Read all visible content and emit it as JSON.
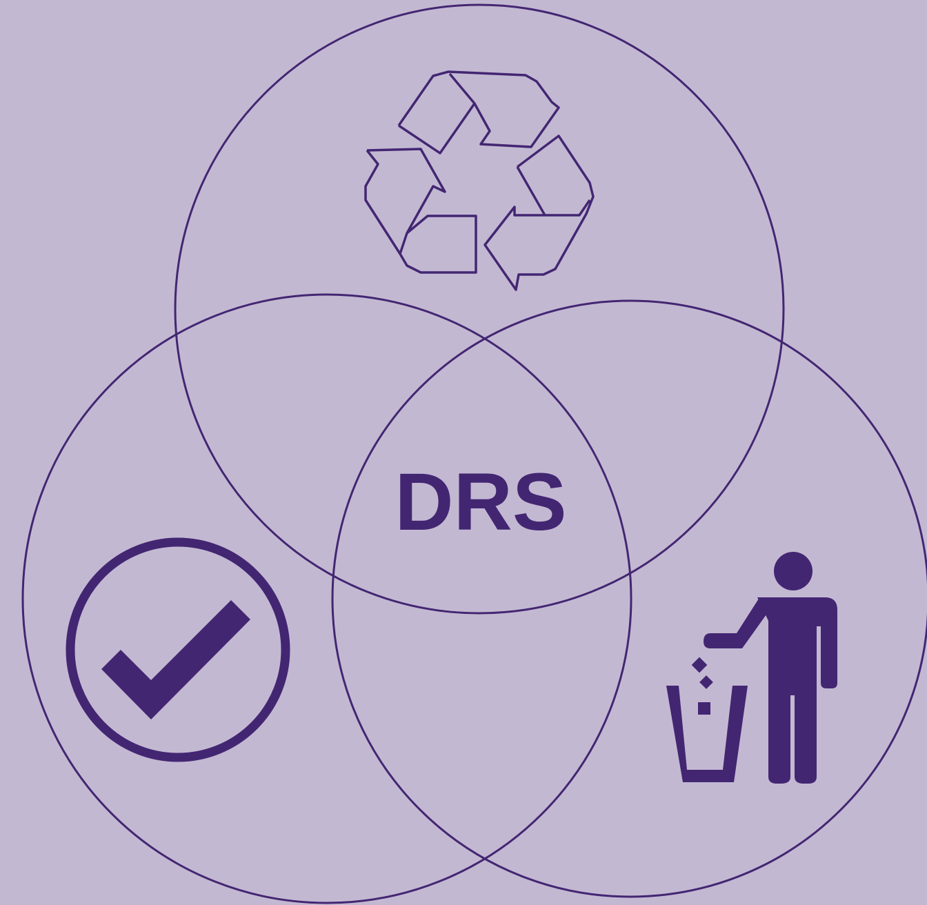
{
  "diagram": {
    "type": "venn",
    "center_label": "DRS",
    "sets": [
      {
        "icon": "recycle-icon",
        "position": "top"
      },
      {
        "icon": "checkmark-circle-icon",
        "position": "bottom-left"
      },
      {
        "icon": "person-disposing-trash-icon",
        "position": "bottom-right"
      }
    ]
  },
  "colors": {
    "background": "#c3b8d2",
    "accent": "#432672"
  }
}
